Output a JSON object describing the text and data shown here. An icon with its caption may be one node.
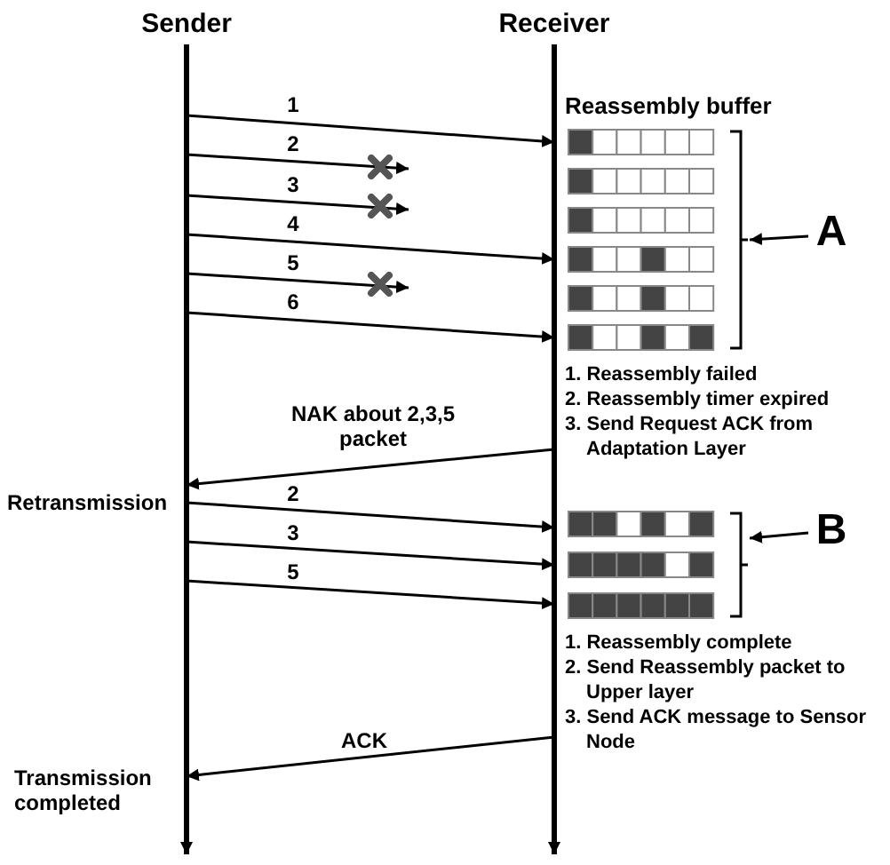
{
  "diagram": {
    "nodes": [
      {
        "text": [
          "Sender"
        ]
      },
      {
        "text": [
          "Receiver"
        ]
      },
      {
        "text": [
          "A"
        ]
      },
      {
        "text": [
          "B"
        ]
      },
      {
        "text": [],
        "shape": "cross"
      },
      {
        "text": [],
        "shape": "cross"
      },
      {
        "text": [],
        "shape": "cross"
      },
      {
        "text": [],
        "shape": "bracket"
      },
      {
        "text": [],
        "shape": "bracket"
      }
    ],
    "edges": [
      {
        "from": 0,
        "to": 1,
        "arrow": "to",
        "label": "1"
      },
      {
        "from": 0,
        "to": 4,
        "arrow": "to",
        "label": "2"
      },
      {
        "from": 0,
        "to": 5,
        "arrow": "to",
        "label": "3"
      },
      {
        "from": 0,
        "to": 1,
        "arrow": "to",
        "label": "4"
      },
      {
        "from": 0,
        "to": 6,
        "arrow": "to",
        "label": "5"
      },
      {
        "from": 0,
        "to": 1,
        "arrow": "to",
        "label": "6"
      },
      {
        "from": 1,
        "to": 0,
        "arrow": "to",
        "label": "NAK about 2,3,5 packet"
      },
      {
        "from": 0,
        "to": 1,
        "arrow": "to",
        "label": "2"
      },
      {
        "from": 0,
        "to": 1,
        "arrow": "to",
        "label": "3"
      },
      {
        "from": 0,
        "to": 1,
        "arrow": "to",
        "label": "5"
      },
      {
        "from": 1,
        "to": 0,
        "arrow": "to",
        "label": "ACK"
      },
      {
        "from": 2,
        "to": 7,
        "arrow": "to"
      },
      {
        "from": 3,
        "to": 8,
        "arrow": "to"
      }
    ],
    "labels": [
      "Reassembly buffer",
      "1. Reassembly failed",
      "2. Reassembly timer expired",
      "3. Send Request ACK from Adaptation Layer",
      "Retransmission",
      "1. Reassembly complete",
      "2. Send Reassembly packet to Upper layer",
      "3. Send ACK message to Sensor Node",
      "Transmission completed"
    ]
  }
}
